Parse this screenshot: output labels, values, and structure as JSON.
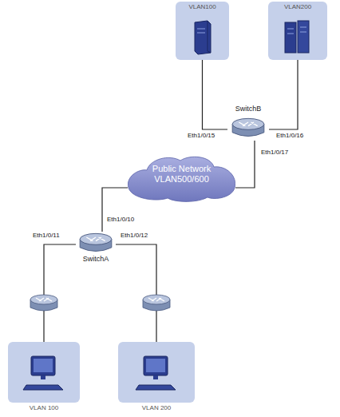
{
  "diagram": {
    "nodes": [
      {
        "text": [
          "VLAN100"
        ]
      },
      {
        "text": [
          "VLAN200"
        ]
      },
      {
        "text": [
          "SwitchB"
        ]
      },
      {
        "text": [
          "Public Network VLAN500/600"
        ]
      },
      {
        "text": [
          "SwitchA"
        ]
      },
      {
        "text": [
          "VLAN 100"
        ]
      },
      {
        "text": [
          "VLAN 200"
        ]
      }
    ],
    "edges": [
      {
        "from": 0,
        "to": 2,
        "arrow": "none"
      },
      {
        "from": 1,
        "to": 2,
        "arrow": "none"
      },
      {
        "from": 2,
        "to": 3,
        "arrow": "none"
      },
      {
        "from": 3,
        "to": 4,
        "arrow": "none"
      },
      {
        "from": 4,
        "to": 5,
        "arrow": "none"
      },
      {
        "from": 4,
        "to": 6,
        "arrow": "none"
      }
    ],
    "labels": [
      "Eth1/0/15",
      "Eth1/0/16",
      "Eth1/0/17",
      "Eth1/0/10",
      "Eth1/0/11",
      "Eth1/0/12"
    ]
  }
}
